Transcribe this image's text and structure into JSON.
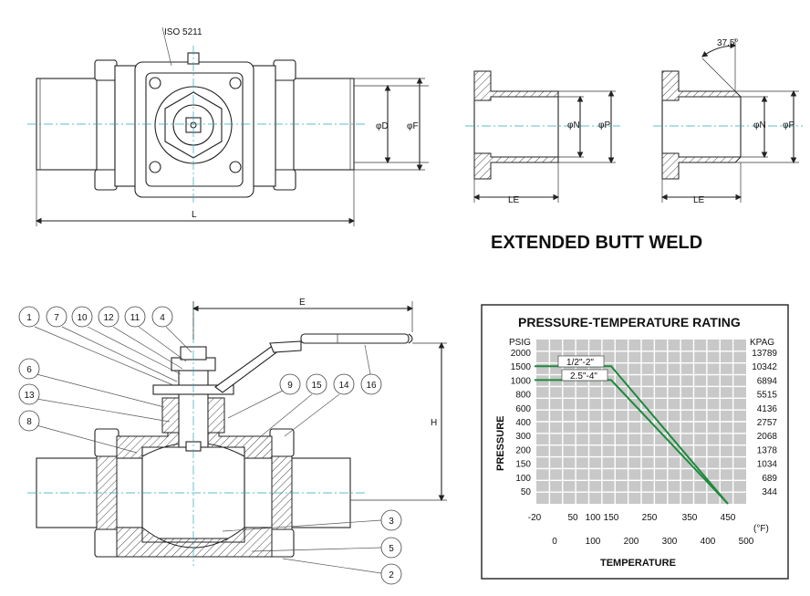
{
  "drawing_labels": {
    "iso": "ISO 5211",
    "phiD": "φD",
    "phiF": "φF",
    "L": "L",
    "E": "E",
    "H": "H",
    "phiN": "φN",
    "phiP": "φP",
    "LE": "LE",
    "angle": "37.5°"
  },
  "section_title": "EXTENDED BUTT WELD",
  "callouts": [
    "1",
    "7",
    "10",
    "12",
    "11",
    "4",
    "6",
    "13",
    "8",
    "9",
    "15",
    "14",
    "16",
    "3",
    "5",
    "2"
  ],
  "chart_data": {
    "type": "line",
    "title": "PRESSURE-TEMPERATURE RATING",
    "ylabel": "PRESSURE",
    "xlabel": "TEMPERATURE",
    "left_unit": "PSIG",
    "right_unit": "KPAG",
    "top_unit": "(°F)",
    "psig_ticks": [
      "2000",
      "1500",
      "1000",
      "800",
      "600",
      "400",
      "300",
      "200",
      "150",
      "100",
      "50"
    ],
    "kpag_ticks": [
      "13789",
      "10342",
      "6894",
      "5515",
      "4136",
      "2757",
      "2068",
      "1378",
      "1034",
      "689",
      "344"
    ],
    "f_ticks": [
      "-20",
      "50",
      "100",
      "150",
      "250",
      "350",
      "450"
    ],
    "c_ticks": [
      "0",
      "100",
      "200",
      "300",
      "400",
      "500"
    ],
    "series": [
      {
        "name": "1/2\"-2\"",
        "x": [
          -20,
          150,
          450
        ],
        "y": [
          1500,
          1500,
          0
        ]
      },
      {
        "name": "2.5\"-4\"",
        "x": [
          -20,
          150,
          450
        ],
        "y": [
          1000,
          1000,
          0
        ]
      }
    ]
  }
}
